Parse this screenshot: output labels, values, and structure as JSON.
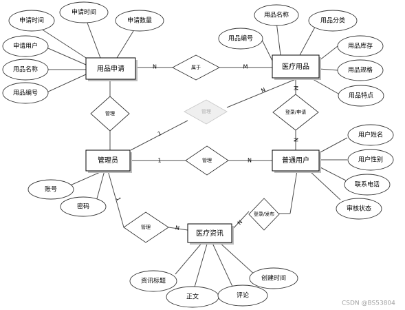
{
  "entities": {
    "item_request": "用品申请",
    "medical_supply": "医疗用品",
    "admin": "管理员",
    "user": "普通用户",
    "medical_news": "医疗资讯"
  },
  "relationships": {
    "belongs_to": "属于",
    "manage_request": "管理",
    "manage_supply": "管理",
    "manage_user": "管理",
    "manage_news": "管理",
    "login_apply": "登录/申请",
    "login_publish": "登录/发布"
  },
  "attributes": {
    "request_time_1": "申请时间",
    "request_time_2": "申请时间",
    "request_qty": "申请数量",
    "request_user": "申请用户",
    "request_item_name": "用品名称",
    "request_item_code": "用品编号",
    "supply_name": "用品名称",
    "supply_category": "用品分类",
    "supply_code": "用品编号",
    "supply_stock": "用品库存",
    "supply_spec": "用品规格",
    "supply_feature": "用品特点",
    "admin_account": "账号",
    "admin_password": "密码",
    "user_name": "用户姓名",
    "user_gender": "用户性别",
    "user_phone": "联系电话",
    "user_review": "审核状态",
    "news_title": "资讯标题",
    "news_body": "正文",
    "news_comment": "评论",
    "news_created": "创建时间"
  },
  "cardinalities": {
    "req_belongs": "N",
    "belongs_supply": "M",
    "supply_manage": "N",
    "manage_admin": "1",
    "admin_user_rel": "1",
    "user_rel_end": "N",
    "supply_login": "M",
    "login_user": "N",
    "admin_news": "1",
    "news_left": "N",
    "news_right": "N"
  },
  "watermark": "CSDN @BS53804"
}
